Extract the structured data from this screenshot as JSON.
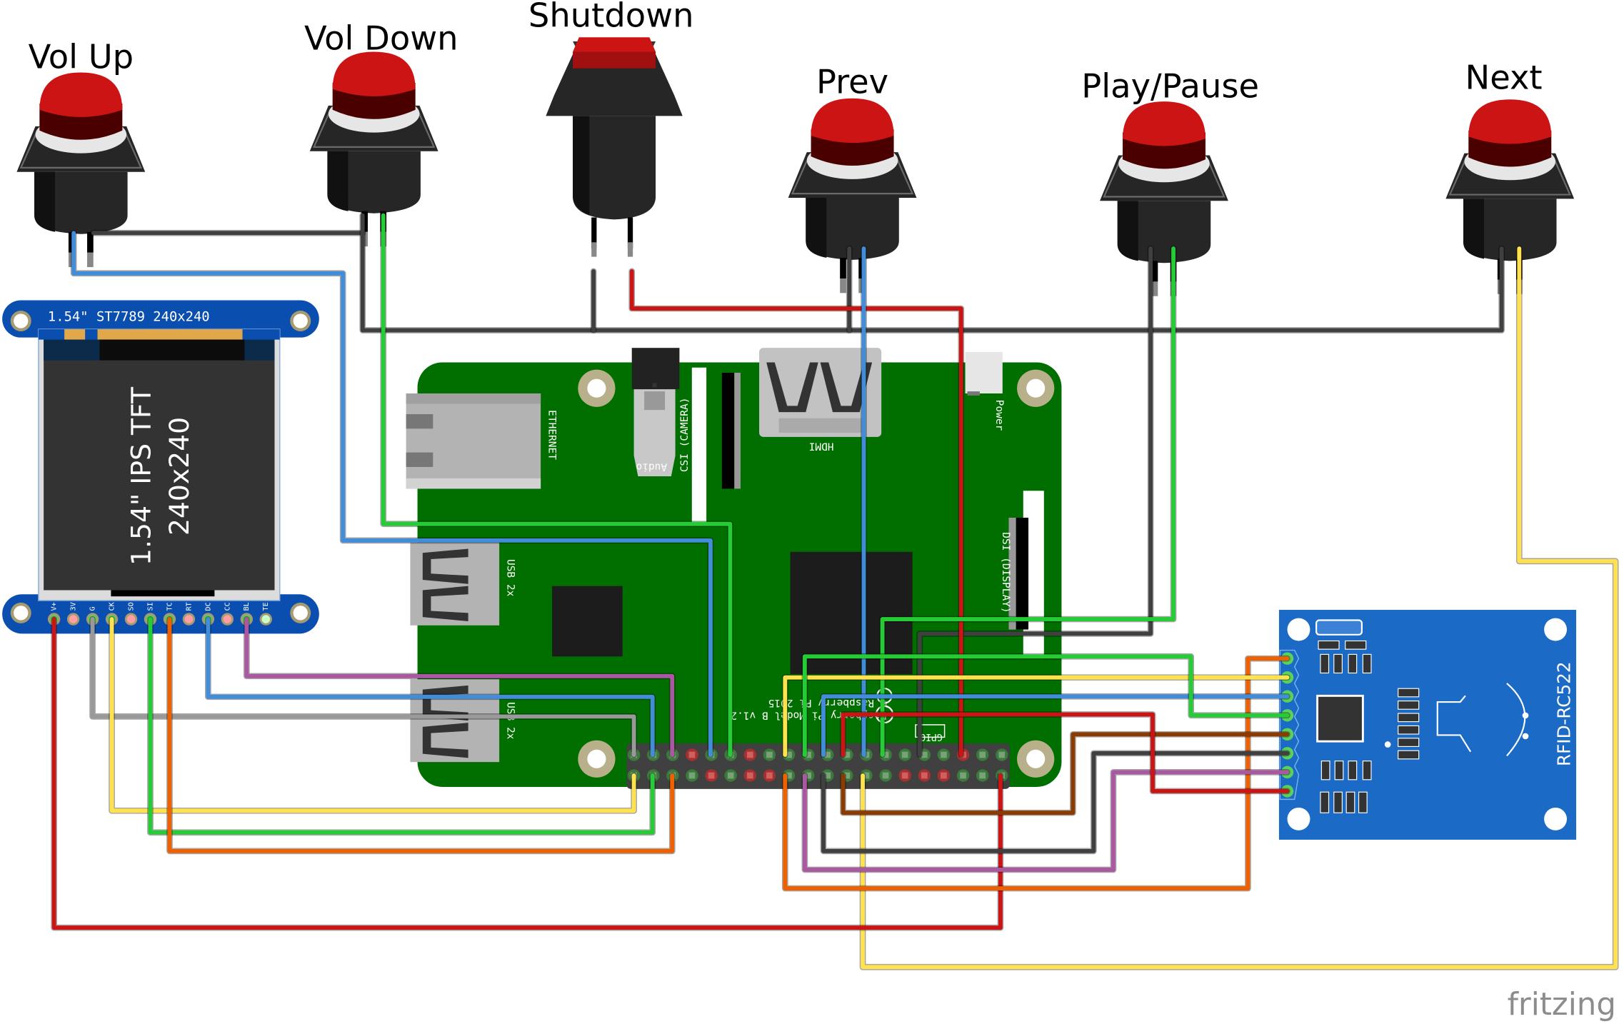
{
  "diagram": {
    "tool_watermark": "fritzing",
    "buttons": [
      {
        "id": "vol-up",
        "label": "Vol Up"
      },
      {
        "id": "vol-down",
        "label": "Vol Down"
      },
      {
        "id": "shutdown",
        "label": "Shutdown"
      },
      {
        "id": "prev",
        "label": "Prev"
      },
      {
        "id": "play-pause",
        "label": "Play/Pause"
      },
      {
        "id": "next",
        "label": "Next"
      }
    ],
    "tft_display": {
      "header_text": "1.54\" ST7789 240x240",
      "screen_line1": "1.54\" IPS TFT",
      "screen_line2": "240x240",
      "pins": [
        "V+",
        "3V",
        "G",
        "CK",
        "SO",
        "SI",
        "TC",
        "RT",
        "DC",
        "CC",
        "BL",
        "TE"
      ]
    },
    "raspberry_pi": {
      "ethernet": "ETHERNET",
      "audio": "Audio",
      "csi": "CSI (CAMERA)",
      "hdmi": "HDMI",
      "power": "Power",
      "dsi": "DSI (DISPLAY)",
      "usb_top": "USB 2x",
      "usb_bottom": "USB 2x",
      "model_line1": "Raspberry Pi Model B v1.2",
      "model_line2": "© Raspberry Pi 2015",
      "gpio": "GPIO"
    },
    "rfid": {
      "label": "RFID-RC522",
      "pin_count": 8
    },
    "wire_colors": {
      "black": "#404040",
      "blue": "#418dd9",
      "green": "#25cc35",
      "red": "#cc1414",
      "yellow": "#ffe24d",
      "gray": "#999999",
      "orange": "#ef6100",
      "purple": "#ab58a2",
      "brown": "#8c3b00"
    }
  }
}
